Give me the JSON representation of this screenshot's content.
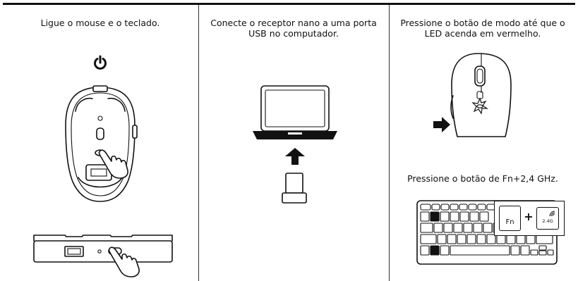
{
  "steps": [
    {
      "caption": "Ligue o mouse e o teclado."
    },
    {
      "caption": "Conecte o receptor nano a uma porta USB no computador."
    },
    {
      "caption": "Pressione o botão de modo até que o LED acenda em vermelho."
    }
  ],
  "keyboard_step": {
    "caption": "Pressione o botão de Fn+2,4 GHz."
  },
  "keys": {
    "fn": "Fn",
    "plus": "+",
    "band": "2.4G"
  },
  "icons": [
    "power-icon",
    "arrow-up-icon",
    "arrow-right-icon",
    "hand-pointer-icon",
    "wireless-icon"
  ]
}
